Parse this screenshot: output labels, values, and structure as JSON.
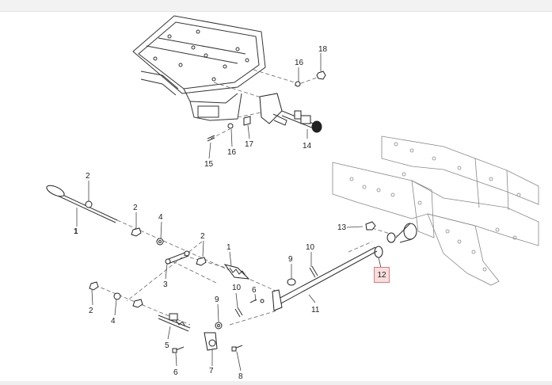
{
  "diagram": {
    "highlight_callout": "12",
    "callouts": {
      "c18": "18",
      "c16a": "16",
      "c14": "14",
      "c17": "17",
      "c16b": "16",
      "c15": "15",
      "c2a": "2",
      "c1a": "1",
      "c2b": "2",
      "c4a": "4",
      "c2c": "2",
      "c1b": "1",
      "c3": "3",
      "c10a": "10",
      "c9a": "9",
      "c13": "13",
      "c11": "11",
      "c6a": "6",
      "c10b": "10",
      "c9b": "9",
      "c2d": "2",
      "c4b": "4",
      "c5": "5",
      "c6b": "6",
      "c7": "7",
      "c8": "8"
    }
  }
}
